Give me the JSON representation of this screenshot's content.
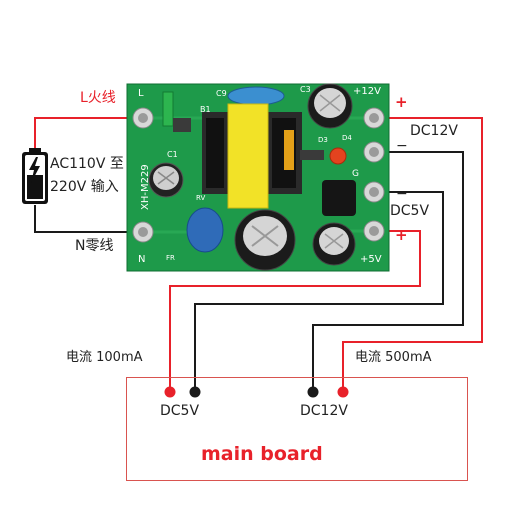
{
  "labels": {
    "live": "L火线",
    "ac_range_1": "AC110V 至",
    "ac_range_2": "220V 输入",
    "neutral": "N零线",
    "out_12v": "DC12V",
    "out_5v": "DC5V",
    "current_left": "电流 100mA",
    "current_right": "电流 500mA",
    "main_board": "main board",
    "mb_dc5v": "DC5V",
    "mb_dc12v": "DC12V",
    "plus_top": "+",
    "minus_top": "−",
    "minus_bottom": "−",
    "plus_bottom": "+"
  },
  "board_silk": {
    "model": "XH-M229",
    "pin_l": "L",
    "pin_n": "N",
    "v12": "+12V",
    "v5": "+5V",
    "g": "G",
    "c1": "C1",
    "c3": "C3",
    "c9": "C9",
    "b1": "B1",
    "d3": "D3",
    "d4": "D4",
    "fr": "FR",
    "rv": "RV"
  },
  "colors": {
    "pcb": "#1e9a4a",
    "wire_red": "#e8212a",
    "wire_black": "#1a1a1a",
    "transformer": "#f2e227",
    "box_border": "#d9534f"
  },
  "icons": [
    "battery-icon",
    "lightning-icon"
  ]
}
